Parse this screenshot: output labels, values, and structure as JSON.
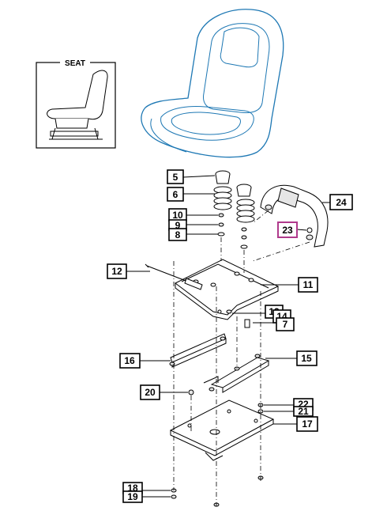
{
  "inset": {
    "title": "SEAT"
  },
  "callouts": [
    {
      "id": "c5",
      "label": "5"
    },
    {
      "id": "c6",
      "label": "6"
    },
    {
      "id": "c10",
      "label": "10"
    },
    {
      "id": "c9",
      "label": "9"
    },
    {
      "id": "c8",
      "label": "8"
    },
    {
      "id": "c24",
      "label": "24"
    },
    {
      "id": "c23",
      "label": "23"
    },
    {
      "id": "c12",
      "label": "12"
    },
    {
      "id": "c11",
      "label": "11"
    },
    {
      "id": "c13",
      "label": "13"
    },
    {
      "id": "c14",
      "label": "14"
    },
    {
      "id": "c7",
      "label": "7"
    },
    {
      "id": "c16",
      "label": "16"
    },
    {
      "id": "c15",
      "label": "15"
    },
    {
      "id": "c20",
      "label": "20"
    },
    {
      "id": "c22",
      "label": "22"
    },
    {
      "id": "c21",
      "label": "21"
    },
    {
      "id": "c17",
      "label": "17"
    },
    {
      "id": "c18",
      "label": "18"
    },
    {
      "id": "c19",
      "label": "19"
    }
  ],
  "colors": {
    "seat_outline": "#1e78b4",
    "highlight_box": "#b03a8c"
  }
}
